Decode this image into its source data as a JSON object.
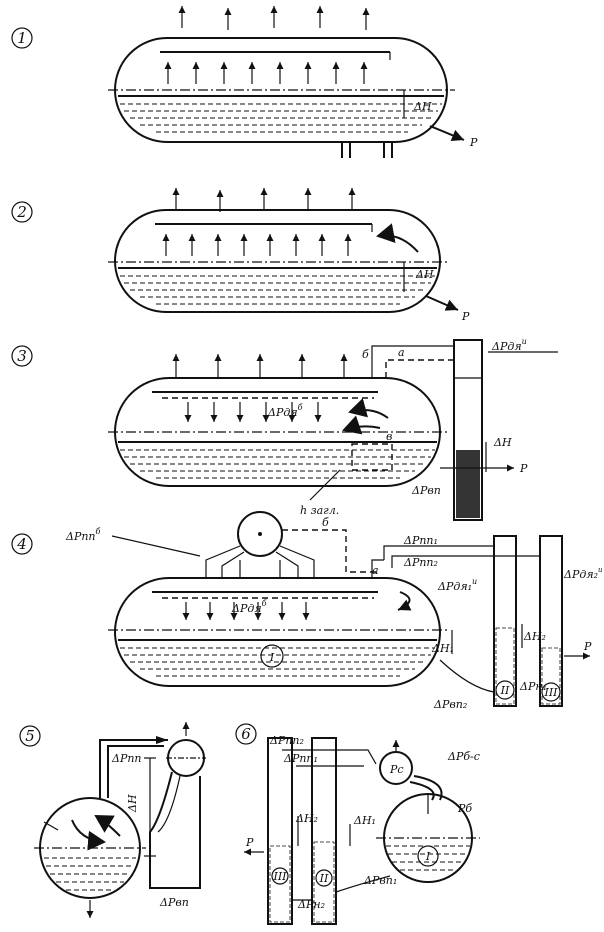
{
  "panels": [
    {
      "number": "1",
      "labels": {
        "dh": "ΔH",
        "p": "P"
      }
    },
    {
      "number": "2",
      "labels": {
        "dh": "ΔH",
        "p": "P"
      }
    },
    {
      "number": "3",
      "labels": {
        "dp_top": "ΔPдя",
        "dp_top_sup": "и",
        "b": "б",
        "a": "а",
        "dp_mid": "ΔPдя",
        "dp_mid_sup": "б",
        "v": "в",
        "dh": "ΔH",
        "h": "h загл.",
        "dpvn": "ΔPвп",
        "p": "P"
      }
    },
    {
      "number": "4",
      "labels": {
        "dpnn": "ΔPпп",
        "dpnn_sup": "б",
        "b": "б",
        "dpnn1": "ΔPпп₁",
        "dpnn2": "ΔPпп₂",
        "dpgn1": "ΔPдя₁",
        "dpgn1_sup": "и",
        "dpgn2": "ΔPдя₂",
        "dpgn2_sup": "и",
        "a": "а",
        "dpge": "ΔPдя",
        "dpge_sup": "б",
        "h1": "ΔH₁",
        "h2": "ΔH₂",
        "drum": "I",
        "dpvn2": "ΔPвп₂",
        "dph": "ΔPн₁",
        "c2": "II",
        "c3": "III",
        "p": "P"
      }
    },
    {
      "number": "5",
      "labels": {
        "dpnn": "ΔPпп",
        "dh": "ΔH",
        "dpvn": "ΔPвп"
      }
    },
    {
      "number": "6",
      "labels": {
        "dpnn2": "ΔPпп₂",
        "dpnn1": "ΔPпп₁",
        "pc": "Pc",
        "dpbc": "ΔPб-с",
        "pb": "Pб",
        "h2": "ΔH₂",
        "h1": "ΔH₁",
        "p": "P",
        "c3": "III",
        "c2": "II",
        "drum": "I",
        "dpvn1": "ΔPвп₁",
        "dph": "ΔPн₂"
      }
    }
  ]
}
